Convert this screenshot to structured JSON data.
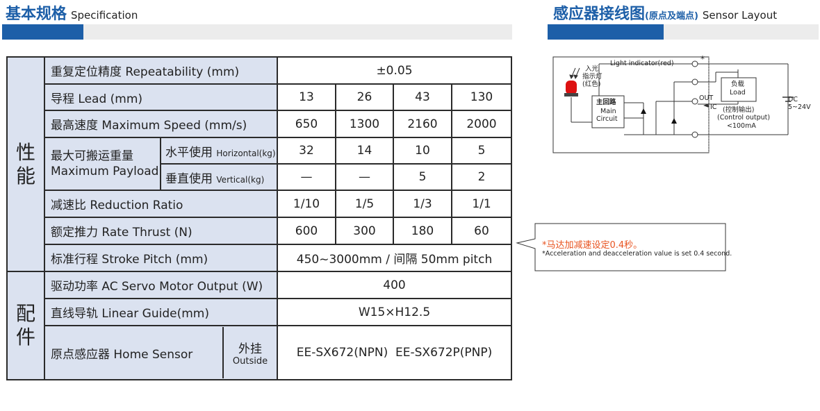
{
  "left_header": {
    "title": "基本规格",
    "subtitle": "Specification"
  },
  "right_header": {
    "title": "感应器接线图",
    "paren": "(原点及端点)",
    "subtitle": "Sensor Layout"
  },
  "sections": {
    "performance": "性\n能",
    "accessories": "配\n件"
  },
  "rows": {
    "repeatability": {
      "label": "重复定位精度 Repeatability (mm)",
      "value": "±0.05"
    },
    "lead": {
      "label": "导程 Lead (mm)",
      "values": [
        "13",
        "26",
        "43",
        "130"
      ]
    },
    "speed": {
      "label": "最高速度 Maximum Speed (mm/s)",
      "values": [
        "650",
        "1300",
        "2160",
        "2000"
      ]
    },
    "payload": {
      "label_cn": "最大可搬运重量",
      "label_en": "Maximum Payload",
      "horizontal": {
        "cn": "水平使用",
        "en": "Horizontal(kg)",
        "values": [
          "32",
          "14",
          "10",
          "5"
        ]
      },
      "vertical": {
        "cn": "垂直使用",
        "en": "Vertical(kg)",
        "values": [
          "—",
          "—",
          "5",
          "2"
        ]
      }
    },
    "ratio": {
      "label": "减速比 Reduction Ratio",
      "values": [
        "1/10",
        "1/5",
        "1/3",
        "1/1"
      ]
    },
    "thrust": {
      "label": "额定推力 Rate Thrust (N)",
      "values": [
        "600",
        "300",
        "180",
        "60"
      ]
    },
    "stroke": {
      "label": "标准行程 Stroke Pitch (mm)",
      "value": "450~3000mm / 间隔 50mm pitch"
    },
    "motor": {
      "label": "驱动功率 AC Servo Motor Output (W)",
      "value": "400"
    },
    "guide": {
      "label": "直线导轨 Linear Guide(mm)",
      "value": "W15×H12.5"
    },
    "sensor": {
      "label": "原点感应器 Home Sensor",
      "outside_cn": "外挂",
      "outside_en": "Outside",
      "value": "EE-SX672(NPN)  EE-SX672P(PNP)"
    }
  },
  "notes": {
    "cn": "*马达加减速设定0.4秒。",
    "en": "*Acceleration and deacceleration value is set 0.4 second."
  },
  "diagram": {
    "light_indicator": "Light indicator(red)",
    "star": "*",
    "lamp_cn1": "入光",
    "lamp_cn2": "指示灯",
    "lamp_cn3": "(红色)",
    "main_cn": "主回路",
    "main_en1": "Main",
    "main_en2": "Circuit",
    "load_cn": "负载",
    "load_en": "Load",
    "out": "OUT",
    "ic": "IC",
    "control_cn": "(控制输出)",
    "control_en": "(Control output)",
    "current": "<100mA",
    "dc": "DC",
    "voltage": "5~24V"
  }
}
